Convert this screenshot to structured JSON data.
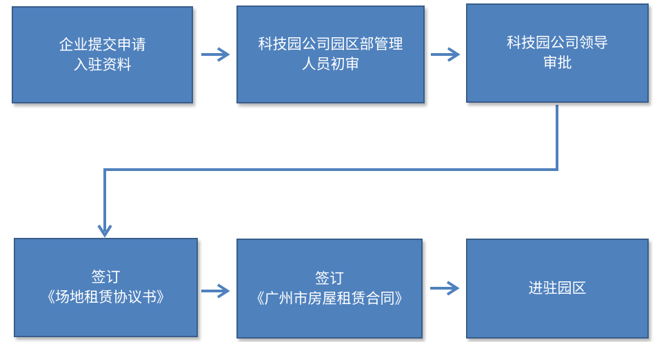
{
  "steps": [
    {
      "line1": "企业提交申请",
      "line2": "入驻资料"
    },
    {
      "line1": "科技园公司园区部管理",
      "line2": "人员初审"
    },
    {
      "line1": "科技园公司领导",
      "line2": "审批"
    },
    {
      "line1": "签订",
      "line2": "《场地租赁协议书》"
    },
    {
      "line1": "签订",
      "line2": "《广州市房屋租赁合同》"
    },
    {
      "line1": "进驻园区",
      "line2": ""
    }
  ],
  "colors": {
    "box_fill": "#4f81bd",
    "box_border": "#385d8a",
    "arrow": "#4f81bd",
    "text": "#ffffff"
  }
}
